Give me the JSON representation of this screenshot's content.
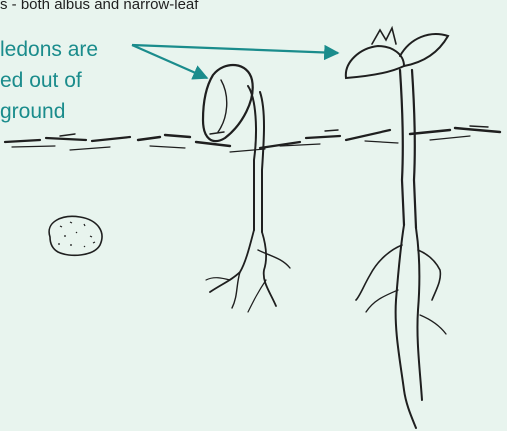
{
  "caption": "s - both albus and narrow-leaf",
  "callout_lines": [
    "ledons are",
    "ed out of",
    "ground"
  ],
  "colors": {
    "background": "#e8f4ee",
    "annotation": "#1a8c8c",
    "ink": "#1f1f1f"
  }
}
